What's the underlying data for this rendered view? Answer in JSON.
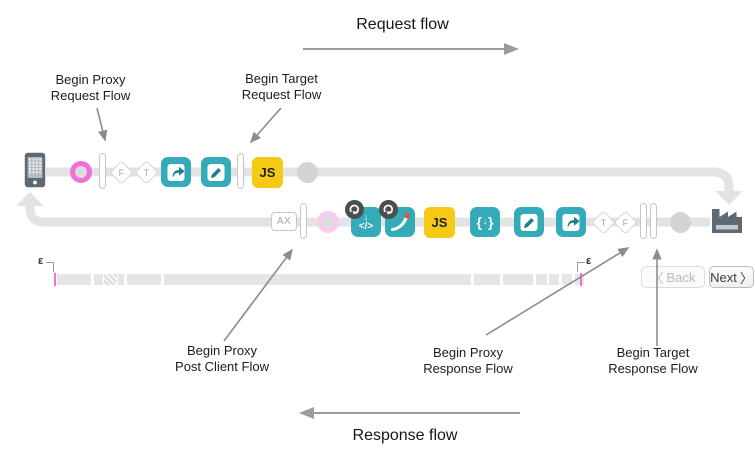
{
  "colors": {
    "teal": "#34abb9",
    "js_yellow": "#f6c914",
    "hot_pink": "#f26fd7",
    "pale_pink": "#f7cbee",
    "flow_line_gray": "#e3e3e3",
    "slate_icon": "#5d6a74",
    "annotation_arrow": "#8c8c8c",
    "timeline_pink_tick": "#ee6fd8"
  },
  "flow_titles": {
    "request": "Request flow",
    "response": "Response flow"
  },
  "callouts": [
    {
      "line1": "Begin Proxy",
      "line2": "Request Flow"
    },
    {
      "line1": "Begin Target",
      "line2": "Request Flow"
    },
    {
      "line1": "Begin Proxy",
      "line2": "Post Client Flow"
    },
    {
      "line1": "Begin Proxy",
      "line2": "Response Flow"
    },
    {
      "line1": "Begin Target",
      "line2": "Response Flow"
    }
  ],
  "request_row": {
    "decision1": "F",
    "decision2": "T",
    "js_step": "JS"
  },
  "response_row": {
    "analytics_step": "AX",
    "code_step_arrow": "↓",
    "code_step": "</>",
    "js_step": "JS",
    "extract_open": "{",
    "extract_arrow": "↓",
    "extract_close": "}",
    "decision1": "T",
    "decision2": "F"
  },
  "timeline": {
    "start_marker": "ε",
    "end_marker": "ε"
  },
  "pager": {
    "back_chevron": "〈",
    "back_label": "Back",
    "next_label": "Next",
    "next_chevron": "〉"
  }
}
